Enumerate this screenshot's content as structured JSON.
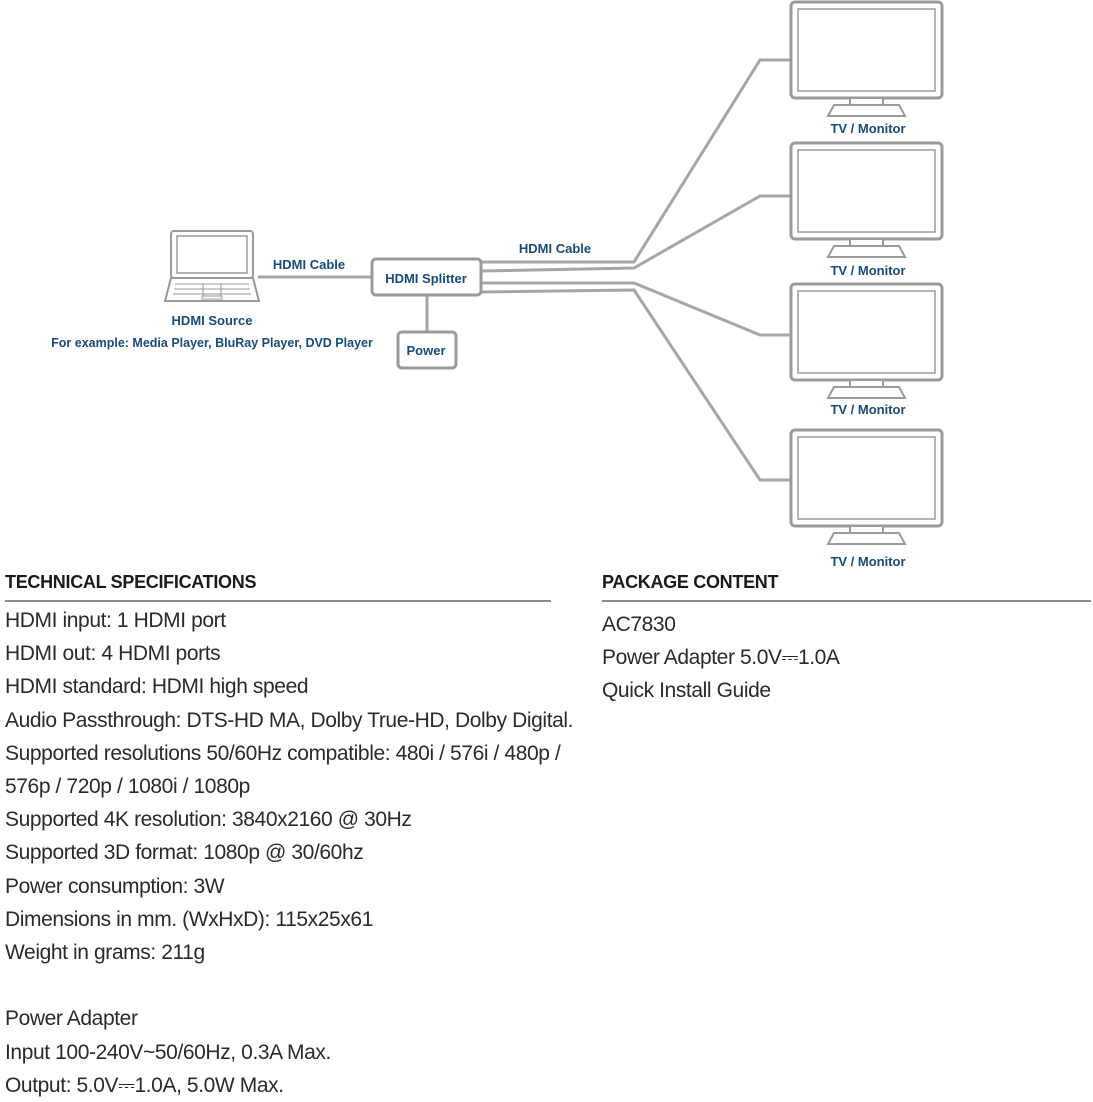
{
  "diagram": {
    "source_label": "HDMI Source",
    "source_example": "For example: Media Player, BluRay Player, DVD Player",
    "cable_in_label": "HDMI Cable",
    "splitter_label": "HDMI Splitter",
    "cable_out_label": "HDMI Cable",
    "power_label": "Power",
    "monitors": [
      {
        "label": "TV / Monitor"
      },
      {
        "label": "TV / Monitor"
      },
      {
        "label": "TV / Monitor"
      },
      {
        "label": "TV / Monitor"
      }
    ],
    "colors": {
      "label": "#1a4a7a",
      "stroke": "#9a9a9a",
      "line": "#a6a6a6"
    }
  },
  "tech": {
    "heading": "TECHNICAL SPECIFICATIONS",
    "lines": [
      "HDMI input: 1 HDMI port",
      "HDMI out: 4 HDMI ports",
      "HDMI standard: HDMI high speed",
      "Audio Passthrough: DTS-HD MA, Dolby True-HD, Dolby Digital.",
      "Supported resolutions 50/60Hz compatible: 480i / 576i / 480p /",
      "576p / 720p / 1080i / 1080p",
      "Supported 4K resolution: 3840x2160 @ 30Hz",
      "Supported 3D format: 1080p @ 30/60hz",
      "Power consumption: 3W",
      "Dimensions in mm. (WxHxD): 115x25x61",
      "Weight in grams: 211g"
    ],
    "adapter_lines": [
      "Power Adapter",
      "Input 100-240V~50/60Hz, 0.3A Max.",
      "Output: 5.0V⎓1.0A, 5.0W Max."
    ]
  },
  "package": {
    "heading": "PACKAGE CONTENT",
    "lines": [
      "AC7830",
      "Power Adapter 5.0V⎓1.0A",
      "Quick Install Guide"
    ]
  }
}
